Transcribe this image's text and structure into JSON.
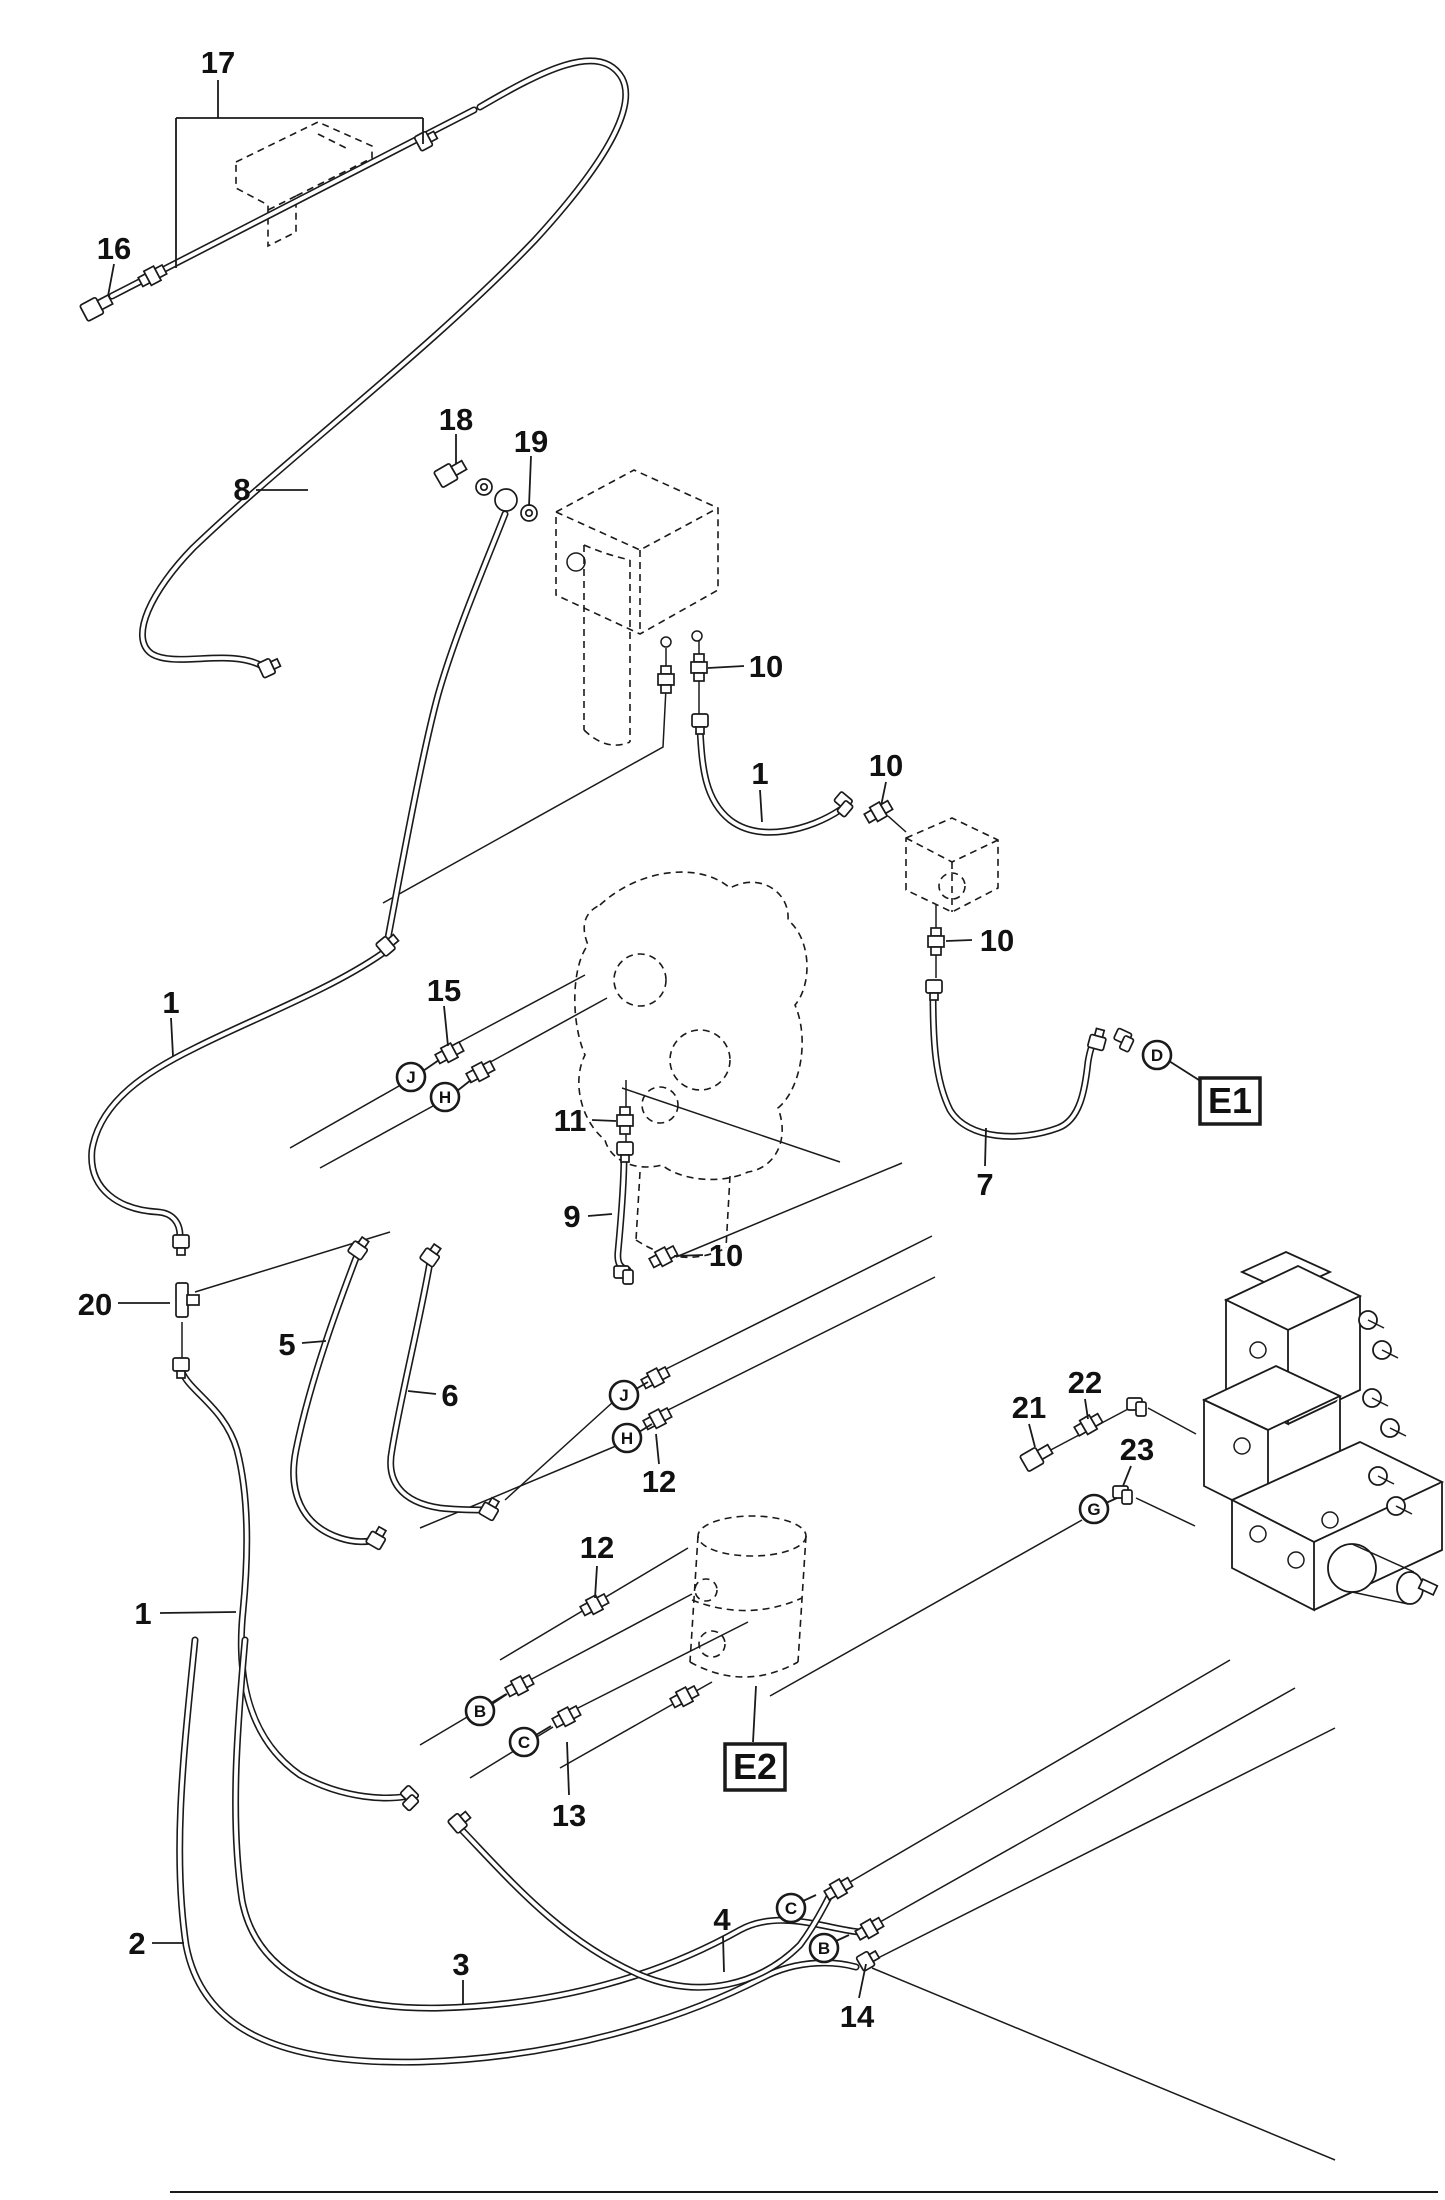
{
  "diagram": {
    "type": "parts-diagram",
    "colors": {
      "line": "#1a1a1a",
      "background": "#ffffff"
    },
    "callouts": [
      {
        "text": "17"
      },
      {
        "text": "16"
      },
      {
        "text": "18"
      },
      {
        "text": "19"
      },
      {
        "text": "8"
      },
      {
        "text": "10"
      },
      {
        "text": "1"
      },
      {
        "text": "10"
      },
      {
        "text": "10"
      },
      {
        "text": "7"
      },
      {
        "text": "15"
      },
      {
        "text": "11"
      },
      {
        "text": "9"
      },
      {
        "text": "10"
      },
      {
        "text": "20"
      },
      {
        "text": "5"
      },
      {
        "text": "6"
      },
      {
        "text": "12"
      },
      {
        "text": "12"
      },
      {
        "text": "1"
      },
      {
        "text": "1"
      },
      {
        "text": "13"
      },
      {
        "text": "21"
      },
      {
        "text": "22"
      },
      {
        "text": "23"
      },
      {
        "text": "2"
      },
      {
        "text": "3"
      },
      {
        "text": "4"
      },
      {
        "text": "14"
      }
    ],
    "port_labels": [
      {
        "letter": "J"
      },
      {
        "letter": "H"
      },
      {
        "letter": "J"
      },
      {
        "letter": "H"
      },
      {
        "letter": "B"
      },
      {
        "letter": "C"
      },
      {
        "letter": "D"
      },
      {
        "letter": "G"
      },
      {
        "letter": "C"
      },
      {
        "letter": "B"
      }
    ],
    "ref_boxes": [
      {
        "text": "E1"
      },
      {
        "text": "E2"
      }
    ]
  }
}
